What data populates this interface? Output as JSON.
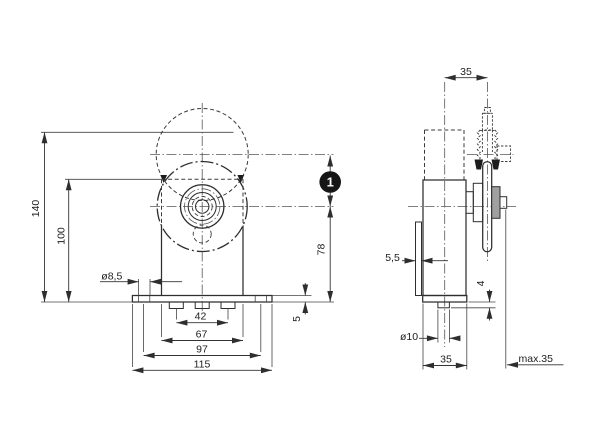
{
  "drawing": {
    "kind": "technical-dimension-drawing",
    "views": {
      "front": "front-view",
      "side": "side-view"
    },
    "colors": {
      "line": "#2e2e2e",
      "callout_bg": "#161616",
      "callout_text": "#ffffff",
      "background": "#ffffff"
    },
    "callout": {
      "number": "1"
    },
    "dims": {
      "overall_height": "140",
      "upper_height": "100",
      "mount_hole_dia": "ø8,5",
      "slot_spacing": "42",
      "body_width": "67",
      "hole_spacing": "97",
      "base_width": "115",
      "base_thickness": "5",
      "axle_height": "78",
      "roller_offset": "35",
      "clamp_thickness": "5,5",
      "stud_protrusion": "4",
      "stud_dia": "ø10",
      "base_depth": "35",
      "max_adjust": "max.35"
    }
  }
}
